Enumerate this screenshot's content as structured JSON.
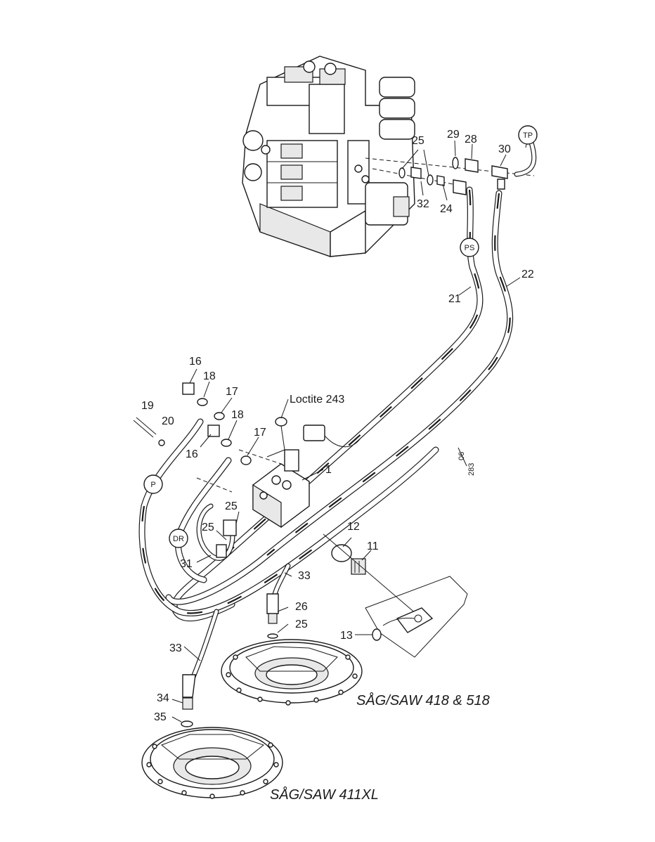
{
  "callouts": [
    "1",
    "11",
    "12",
    "13",
    "16",
    "16",
    "17",
    "17",
    "18",
    "18",
    "19",
    "20",
    "21",
    "22",
    "24",
    "25",
    "25",
    "25",
    "25",
    "26",
    "28",
    "29",
    "30",
    "31",
    "32",
    "33",
    "33",
    "34",
    "35"
  ],
  "circle_tags": [
    "TP",
    "PS",
    "P",
    "DR"
  ],
  "note": "Loctite 243",
  "captions": [
    "SÅG/SAW 418 & 518",
    "SÅG/SAW 411XL"
  ],
  "ref_top": "06",
  "ref_bottom": "283"
}
